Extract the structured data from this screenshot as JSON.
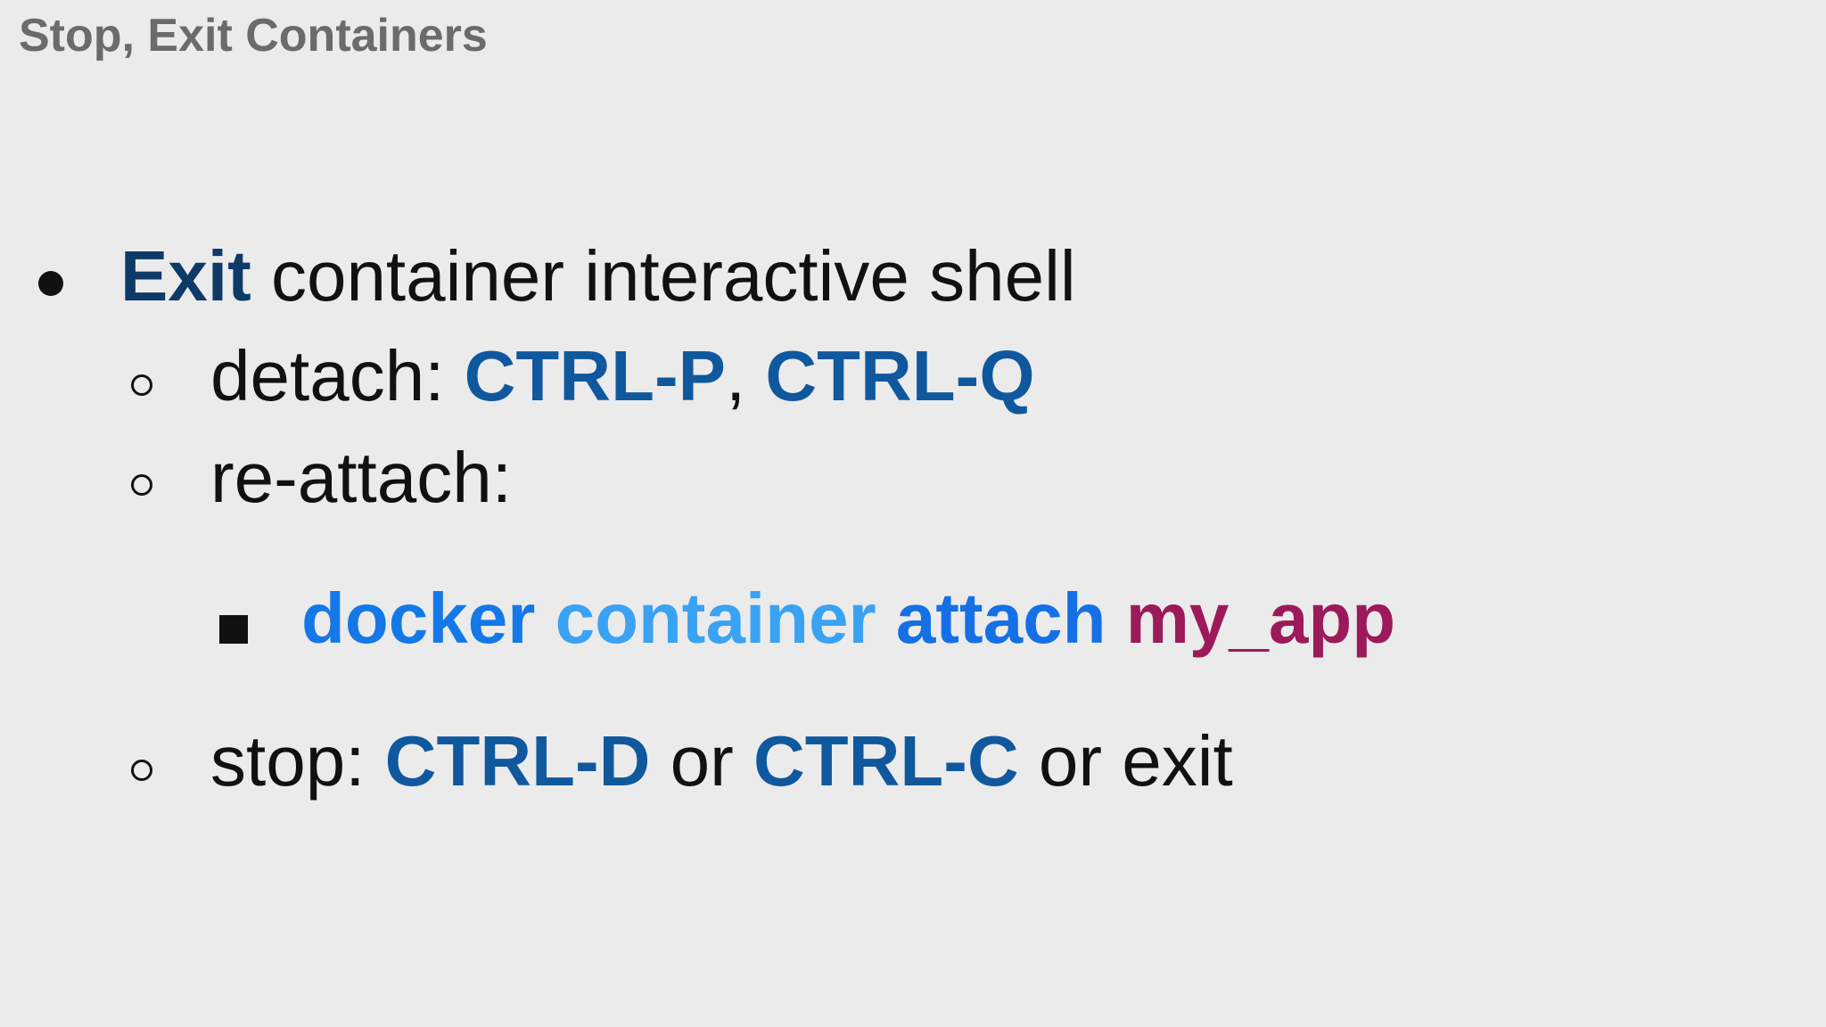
{
  "title": "Stop, Exit Containers",
  "colors": {
    "background": "#ebebeb",
    "title": "#6b6b6b",
    "text": "#111111",
    "keyword_dark": "#0d3a66",
    "keyword": "#10589e",
    "cmd_docker": "#1478e8",
    "cmd_container": "#3aa2f2",
    "cmd_attach": "#1570e6",
    "cmd_arg": "#9c1a5a"
  },
  "bullets": {
    "main": {
      "keyword": "Exit",
      "text": " container interactive shell"
    },
    "detach": {
      "label": "detach: ",
      "key1": "CTRL-P",
      "sep": ", ",
      "key2": "CTRL-Q"
    },
    "reattach": {
      "label": "re-attach:"
    },
    "command": {
      "docker": "docker",
      "container": "container",
      "attach": "attach",
      "arg": "my_app"
    },
    "stop": {
      "label": "stop: ",
      "key1": "CTRL-D",
      "or1": " or ",
      "key2": "CTRL-C",
      "or2": " or exit"
    }
  },
  "icons": {
    "main_bullet": "filled-circle",
    "sub_bullet": "hollow-circle",
    "sub_sub_bullet": "filled-square"
  }
}
